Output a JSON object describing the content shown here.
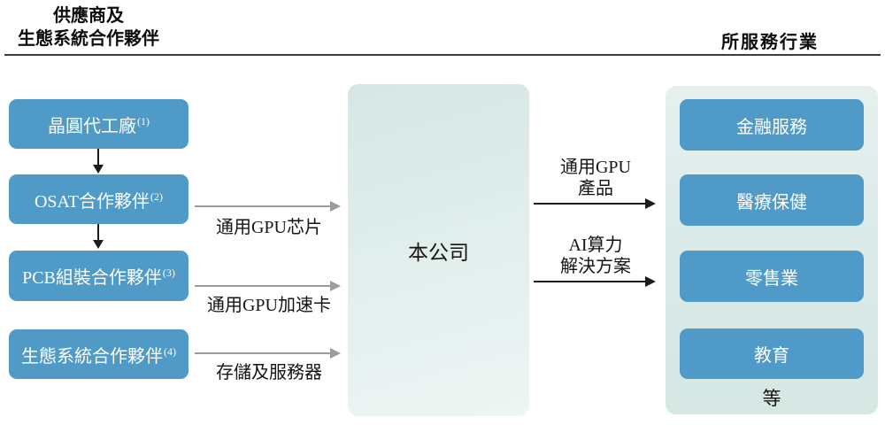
{
  "header": {
    "left_line1": "供應商及",
    "left_line2": "生態系統合作夥伴",
    "right": "所服務行業"
  },
  "suppliers": [
    {
      "label": "晶圓代工廠",
      "note": "(1)"
    },
    {
      "label": "OSAT合作夥伴",
      "note": "(2)"
    },
    {
      "label": "PCB組裝合作夥伴",
      "note": "(3)"
    },
    {
      "label": "生態系統合作夥伴",
      "note": "(4)"
    }
  ],
  "supply_flows": [
    "通用GPU芯片",
    "通用GPU加速卡",
    "存儲及服務器"
  ],
  "company": {
    "label": "本公司"
  },
  "output_flows": [
    {
      "line1": "通用GPU",
      "line2": "產品"
    },
    {
      "line1": "AI算力",
      "line2": "解決方案"
    }
  ],
  "industries": [
    "金融服務",
    "醫療保健",
    "零售業",
    "教育"
  ],
  "industries_etc": "等",
  "colors": {
    "box_blue": "#4f9ac6",
    "panel_teal": "#dcebe8",
    "company_gradient_start": "#d5e7e6",
    "company_gradient_end": "#eef5f3",
    "gray_arrow": "#9c9c9c",
    "dark_arrow": "#1c1c1c",
    "text": "#111111",
    "box_text": "#ffffff"
  }
}
